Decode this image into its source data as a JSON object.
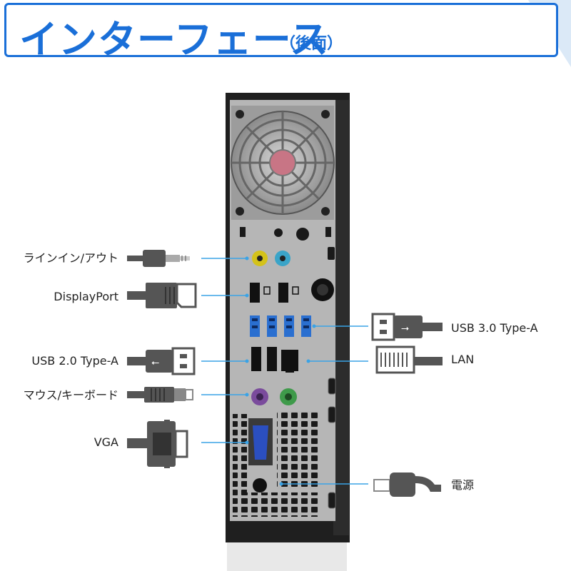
{
  "header": {
    "title": "インターフェース",
    "subtitle": "（後面）"
  },
  "ports": {
    "line_in_out": "ラインイン/アウト",
    "displayport": "DisplayPort",
    "usb2": "USB 2.0 Type-A",
    "mouse_keyboard": "マウス/キーボード",
    "vga": "VGA",
    "usb3": "USB 3.0 Type-A",
    "lan": "LAN",
    "power": "電源"
  },
  "colors": {
    "accent": "#1a6fd8",
    "leader": "#3aa3e6",
    "cable": "#555555",
    "chassis": "#222222",
    "panel": "#b4b4b4",
    "usb3_blue": "#2a6fd0",
    "audio_yellow": "#d4c21a",
    "audio_blue": "#3aa4c8",
    "ps2_purple": "#7a4b9c",
    "ps2_green": "#3e9a4a",
    "vga_blue": "#2b4fc0"
  }
}
